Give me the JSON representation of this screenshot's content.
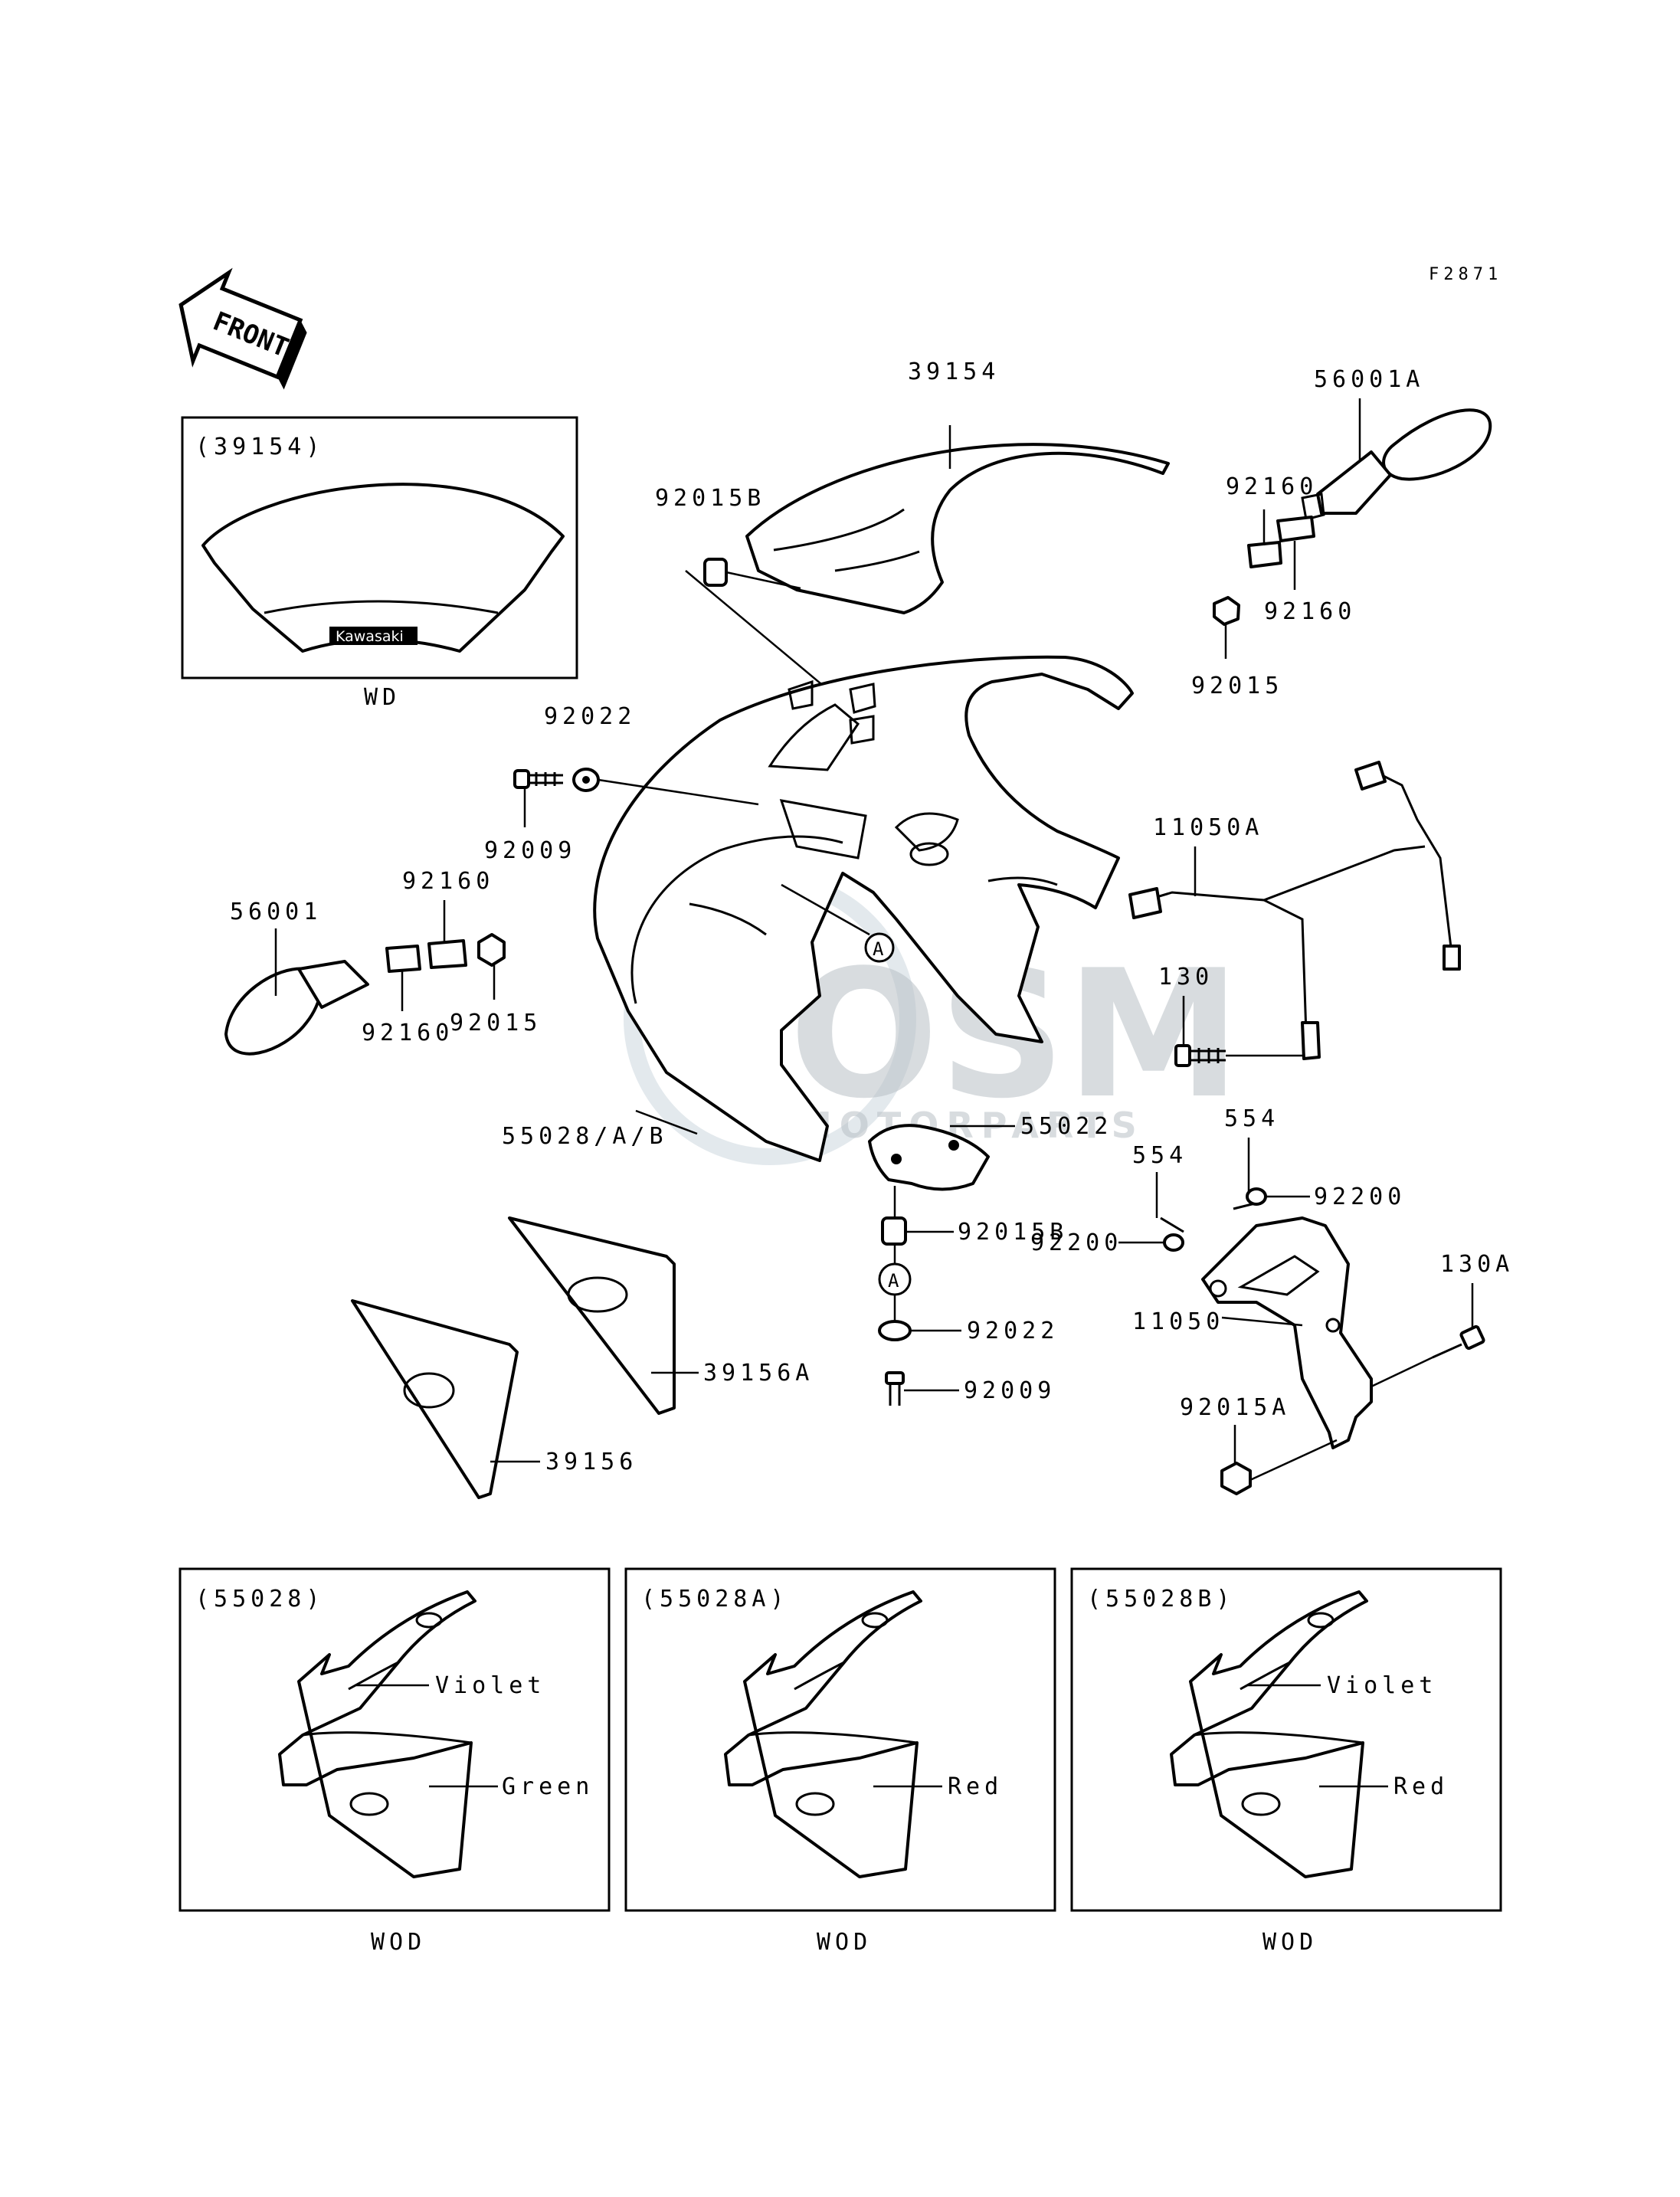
{
  "figure_id": "F2871",
  "front_label": "FRONT",
  "watermark": {
    "big": "OSM",
    "small": "MOTORPARTS"
  },
  "callout_a": "A",
  "windshield_logo": "Kawasaki",
  "insets": {
    "windshield": {
      "title": "(39154)",
      "caption": "WD"
    },
    "cowl_55028": {
      "title": "(55028)",
      "caption": "WOD",
      "upper": "Violet",
      "lower": "Green"
    },
    "cowl_55028A": {
      "title": "(55028A)",
      "caption": "WOD",
      "lower": "Red"
    },
    "cowl_55028B": {
      "title": "(55028B)",
      "caption": "WOD",
      "upper": "Violet",
      "lower": "Red"
    }
  },
  "parts": {
    "windshield": "39154",
    "grommet_top": "92015B",
    "mirror_right": "56001A",
    "mirror_right_gasket_a": "92160",
    "mirror_right_gasket_b": "92160",
    "mirror_right_nut": "92015",
    "washer_top": "92022",
    "screw_top": "92009",
    "mirror_left": "56001",
    "mirror_left_gasket_a": "92160",
    "mirror_left_gasket_b": "92160",
    "mirror_left_nut": "92015",
    "cowl": "55028/A/B",
    "stay": "11050A",
    "bolt_130": "130",
    "bracket_55022": "55022",
    "pin_554_a": "554",
    "pin_554_b": "554",
    "washer_92200_a": "92200",
    "washer_92200_b": "92200",
    "grommet_lower": "92015B",
    "washer_lower": "92022",
    "screw_lower": "92009",
    "bracket_11050": "11050",
    "bolt_130A": "130A",
    "nut_92015A": "92015A",
    "pad_39156A": "39156A",
    "pad_39156": "39156"
  }
}
